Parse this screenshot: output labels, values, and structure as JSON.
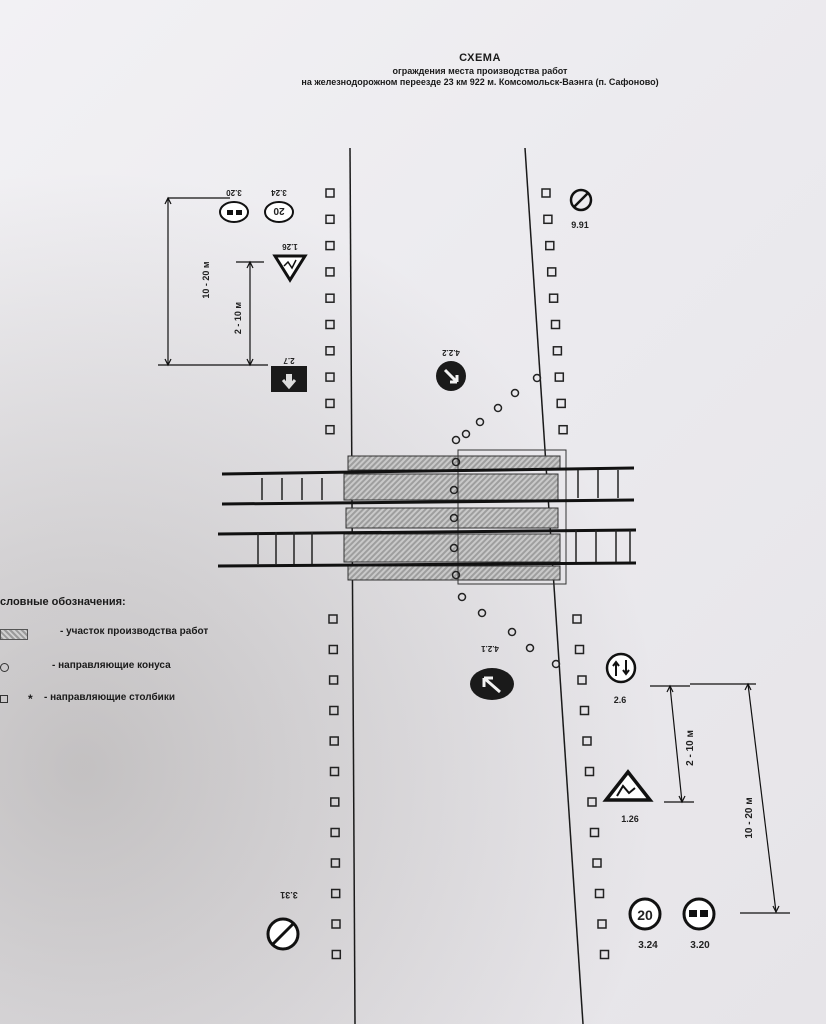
{
  "title": {
    "main": "СХЕМА",
    "line1": "ограждения места производства работ",
    "line2": "на железнодорожном переезде 23 км 922 м. Комсомольск-Ваэнга (п. Сафоново)"
  },
  "signs": {
    "s_9_31": "9.91",
    "s_3_20_top": "3.20",
    "s_3_24_top": "3.24",
    "s_3_24_top_number": "20",
    "s_1_26_top": "1.26",
    "s_2_7": "2.7",
    "s_4_2_2": "4.2.2",
    "s_4_2_1": "4.2.1",
    "s_2_6": "2.6",
    "s_1_26_bottom": "1.26",
    "s_3_24_bottom": "3.24",
    "s_3_24_bottom_number": "20",
    "s_3_20_bottom": "3.20",
    "s_3_31": "3.31"
  },
  "dimensions": {
    "top_outer": "10 - 20 м",
    "top_inner": "2 - 10 м",
    "bottom_inner": "2 - 10 м",
    "bottom_outer": "10 - 20 м"
  },
  "legend": {
    "title": "словные обозначения:",
    "work_zone": "- участок производства работ",
    "cones": "- направляющие конуса",
    "posts_marker": "*",
    "posts": "- направляющие столбики"
  },
  "colors": {
    "ink": "#1a1a1a",
    "paper": "#eeedf0",
    "work_zone_fill": "#b5b5b5"
  }
}
